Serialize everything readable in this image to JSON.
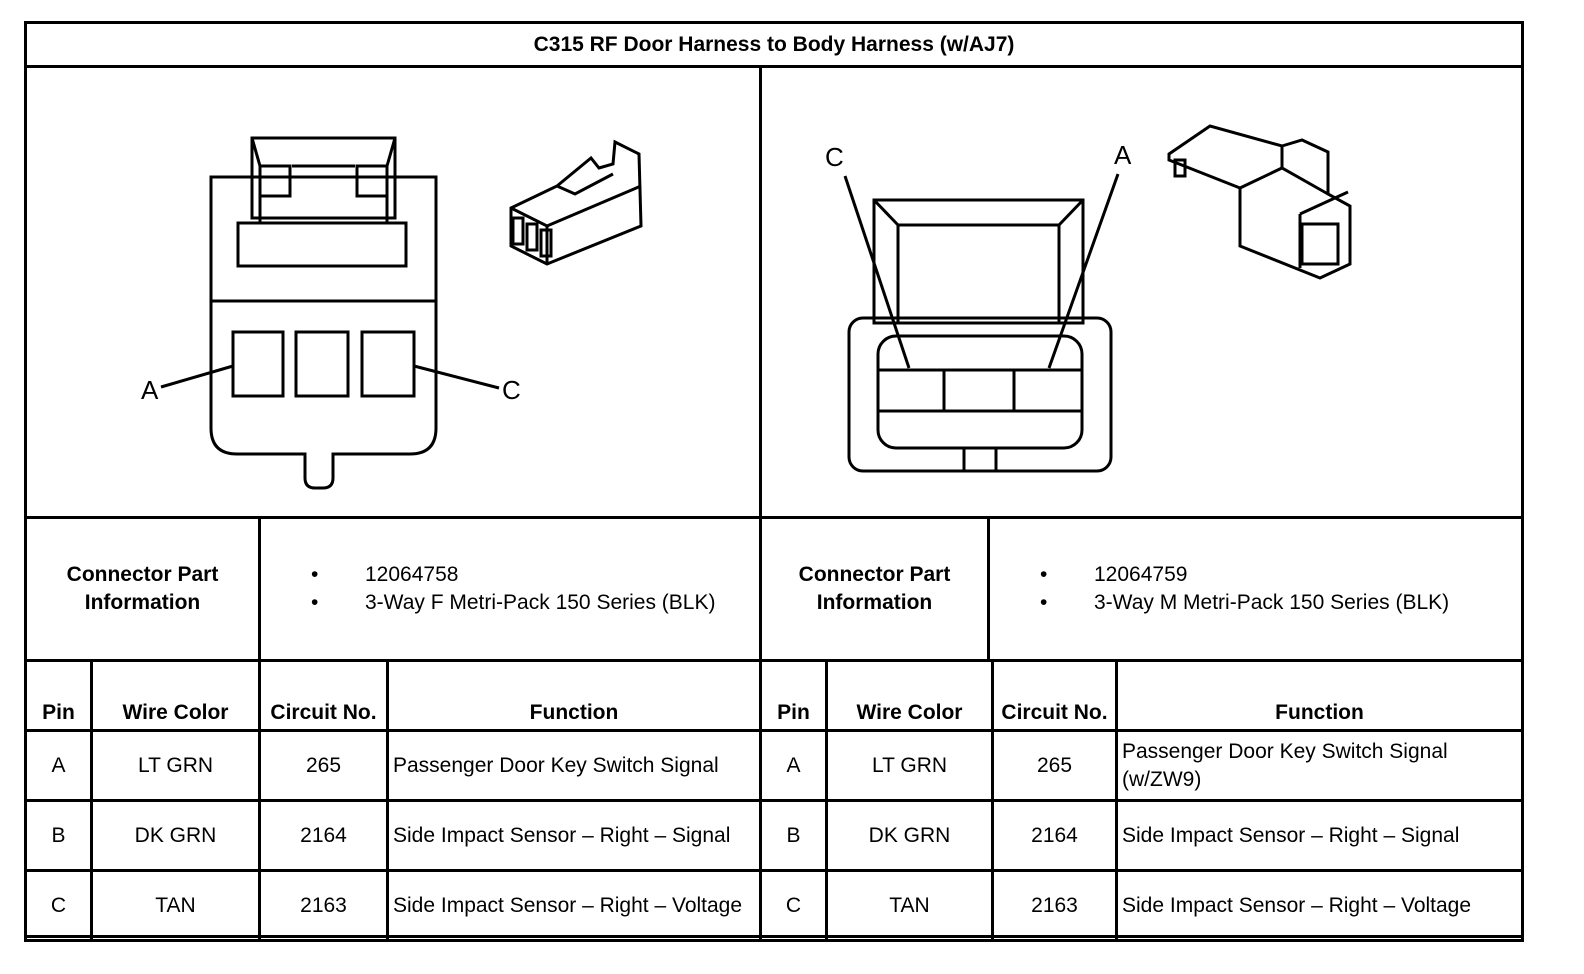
{
  "title": "C315 RF Door Harness to Body Harness (w/AJ7)",
  "left": {
    "pin_labels": {
      "a": "A",
      "c": "C"
    },
    "info_label": "Connector Part Information",
    "info_items": [
      "12064758",
      "3-Way F Metri-Pack 150 Series (BLK)"
    ],
    "bullet": "•",
    "headers": {
      "pin": "Pin",
      "wire_color": "Wire Color",
      "circuit": "Circuit No.",
      "function": "Function"
    },
    "rows": [
      {
        "pin": "A",
        "wire_color": "LT GRN",
        "circuit": "265",
        "function": "Passenger Door Key Switch Signal"
      },
      {
        "pin": "B",
        "wire_color": "DK GRN",
        "circuit": "2164",
        "function": "Side Impact Sensor – Right – Signal"
      },
      {
        "pin": "C",
        "wire_color": "TAN",
        "circuit": "2163",
        "function": "Side Impact Sensor – Right – Voltage"
      }
    ]
  },
  "right": {
    "pin_labels": {
      "c": "C",
      "a": "A"
    },
    "info_label": "Connector Part Information",
    "info_items": [
      "12064759",
      "3-Way M Metri-Pack 150 Series (BLK)"
    ],
    "bullet": "•",
    "headers": {
      "pin": "Pin",
      "wire_color": "Wire Color",
      "circuit": "Circuit No.",
      "function": "Function"
    },
    "rows": [
      {
        "pin": "A",
        "wire_color": "LT GRN",
        "circuit": "265",
        "function": "Passenger Door Key Switch Signal (w/ZW9)"
      },
      {
        "pin": "B",
        "wire_color": "DK GRN",
        "circuit": "2164",
        "function": "Side Impact Sensor – Right – Signal"
      },
      {
        "pin": "C",
        "wire_color": "TAN",
        "circuit": "2163",
        "function": "Side Impact Sensor – Right – Voltage"
      }
    ]
  }
}
